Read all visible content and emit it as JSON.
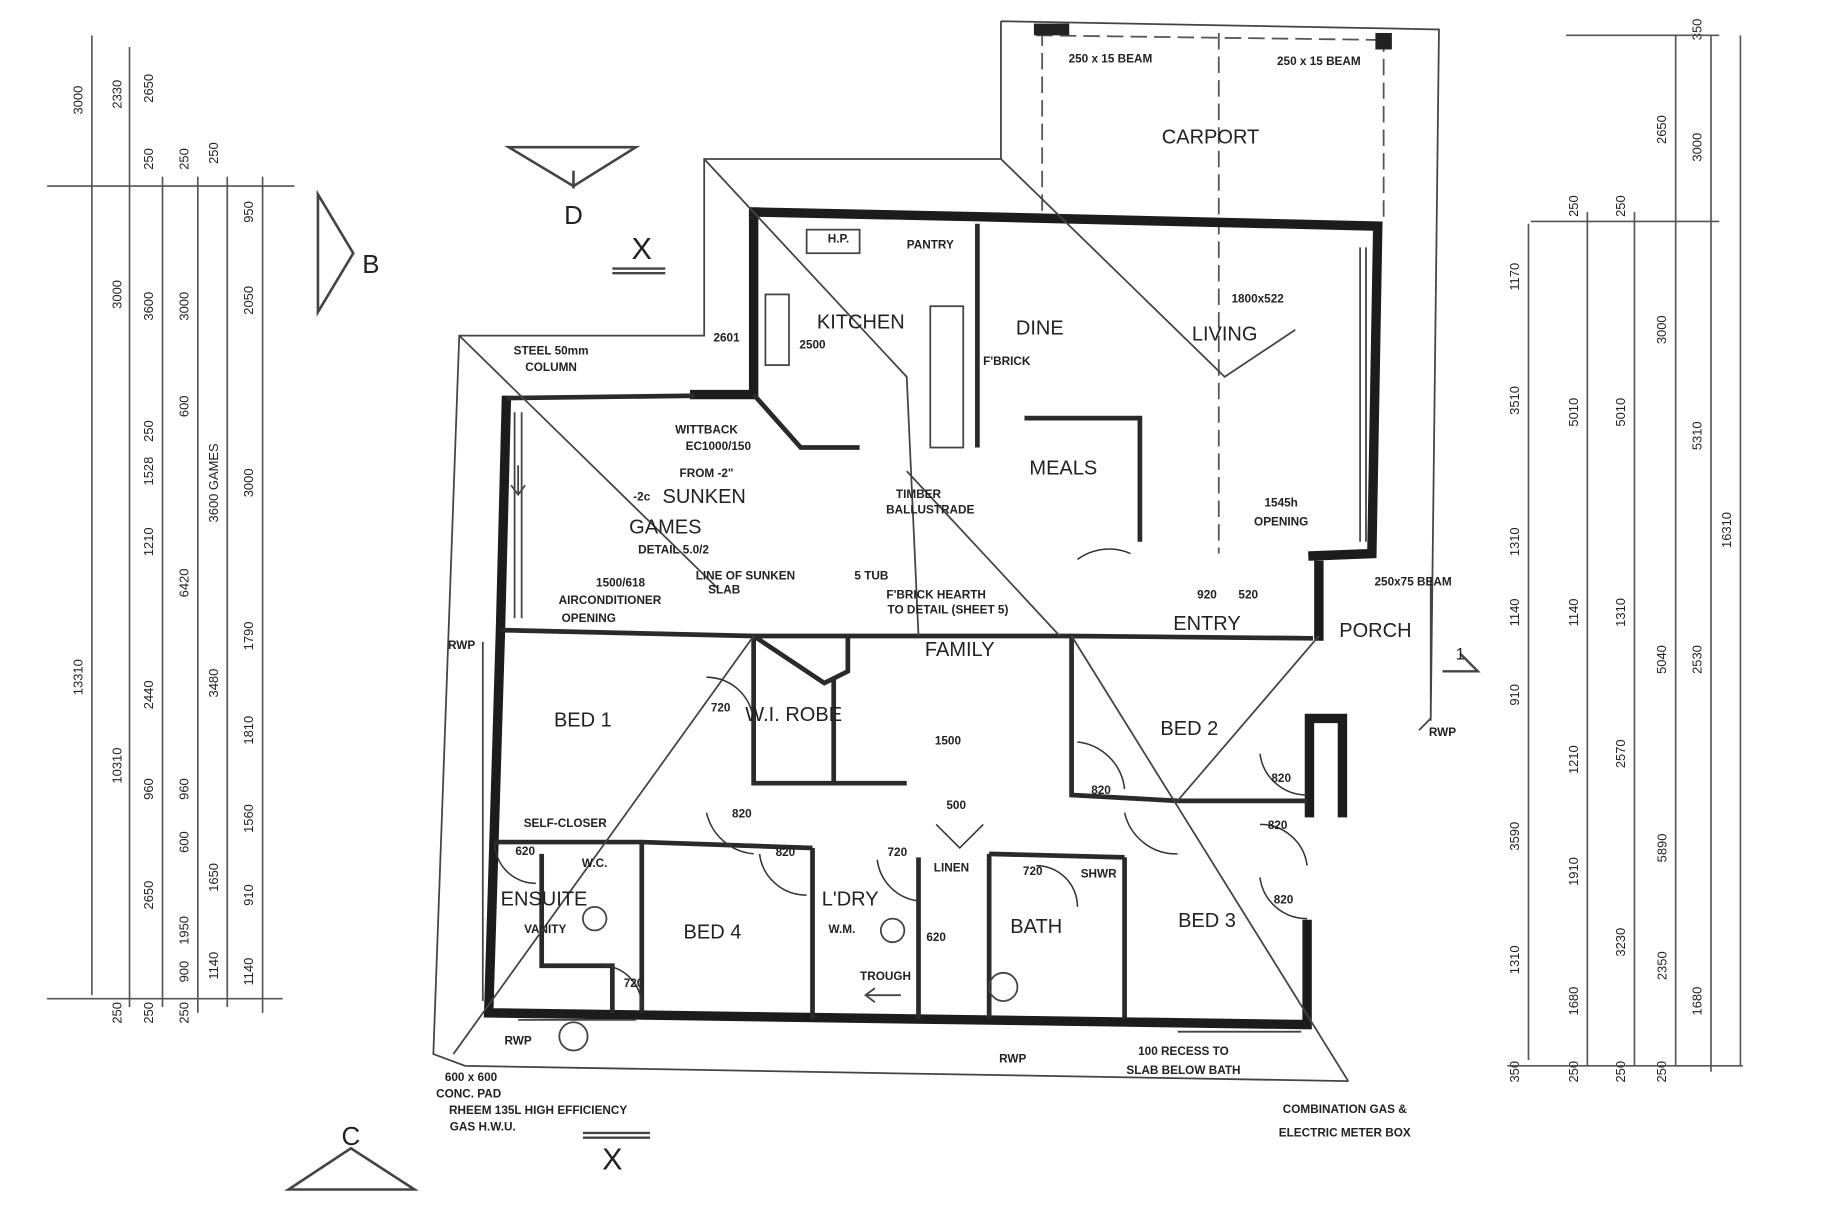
{
  "rooms": [
    {
      "name": "CARPORT"
    },
    {
      "name": "DINE"
    },
    {
      "name": "LIVING"
    },
    {
      "name": "KITCHEN"
    },
    {
      "name": "MEALS"
    },
    {
      "name": "SUNKEN"
    },
    {
      "name": "GAMES"
    },
    {
      "name": "FAMILY"
    },
    {
      "name": "ENTRY"
    },
    {
      "name": "PORCH"
    },
    {
      "name": "BED 1"
    },
    {
      "name": "W.I. ROBE"
    },
    {
      "name": "BED 2"
    },
    {
      "name": "BED 3"
    },
    {
      "name": "BED 4"
    },
    {
      "name": "ENSUITE"
    },
    {
      "name": "L'DRY"
    },
    {
      "name": "BATH"
    }
  ],
  "notes": [
    "250 x 15 BEAM",
    "250 x 15 BEAM",
    "1800x522",
    "PANTRY",
    "H.P.",
    "STEEL 50mm",
    "COLUMN",
    "-2c",
    "DETAIL 5.0/2",
    "WITTBACK",
    "EC1000/150",
    "FROM -2\"",
    "F'BRICK",
    "TIMBER",
    "BALLUSTRADE",
    "1545h",
    "OPENING",
    "AIRCONDITIONER",
    "OPENING",
    "1500/618",
    "LINE OF SUNKEN",
    "SLAB",
    "F'BRICK HEARTH",
    "TO DETAIL (SHEET 5)",
    "SELF-CLOSER",
    "100 RECESS TO",
    "SLAB BELOW BATH",
    "COMBINATION GAS &",
    "ELECTRIC METER BOX",
    "600 x 600",
    "CONC. PAD",
    "RHEEM 135L HIGH EFFICIENCY",
    "GAS H.W.U.",
    "RWP",
    "RWP",
    "RWP",
    "RWP",
    "VANITY",
    "W.M.",
    "TROUGH",
    "LINEN",
    "SHWR",
    "W.C.",
    "250x75 BEAM",
    "2500",
    "2601",
    "5 TUB"
  ],
  "door_widths": [
    "720",
    "820",
    "820",
    "720",
    "720",
    "820",
    "820",
    "820",
    "820",
    "720",
    "620",
    "620",
    "520",
    "920",
    "500",
    "1500"
  ],
  "section_markers": [
    "D",
    "B",
    "C",
    "X",
    "X",
    "1"
  ],
  "dimensions": {
    "left": [
      "3000",
      "13310",
      "2330",
      "3000",
      "10310",
      "250",
      "2650",
      "250",
      "3600",
      "250",
      "1528",
      "1210",
      "2440",
      "960",
      "2650",
      "250",
      "250",
      "3000",
      "600",
      "6420",
      "960",
      "600",
      "1950",
      "900",
      "250",
      "250",
      "3600 GAMES",
      "3480",
      "1650",
      "1140",
      "950",
      "2050",
      "3000",
      "1790",
      "1810",
      "1560",
      "910",
      "1140"
    ],
    "right": [
      "1170",
      "3510",
      "1310",
      "1140",
      "910",
      "3590",
      "1310",
      "350",
      "250",
      "5010",
      "1140",
      "1210",
      "1910",
      "1680",
      "250",
      "250",
      "5010",
      "1310",
      "2570",
      "3230",
      "250",
      "2650",
      "3000",
      "5040",
      "5890",
      "2350",
      "250",
      "350",
      "3000",
      "5310",
      "2530",
      "1680",
      "16310"
    ]
  }
}
